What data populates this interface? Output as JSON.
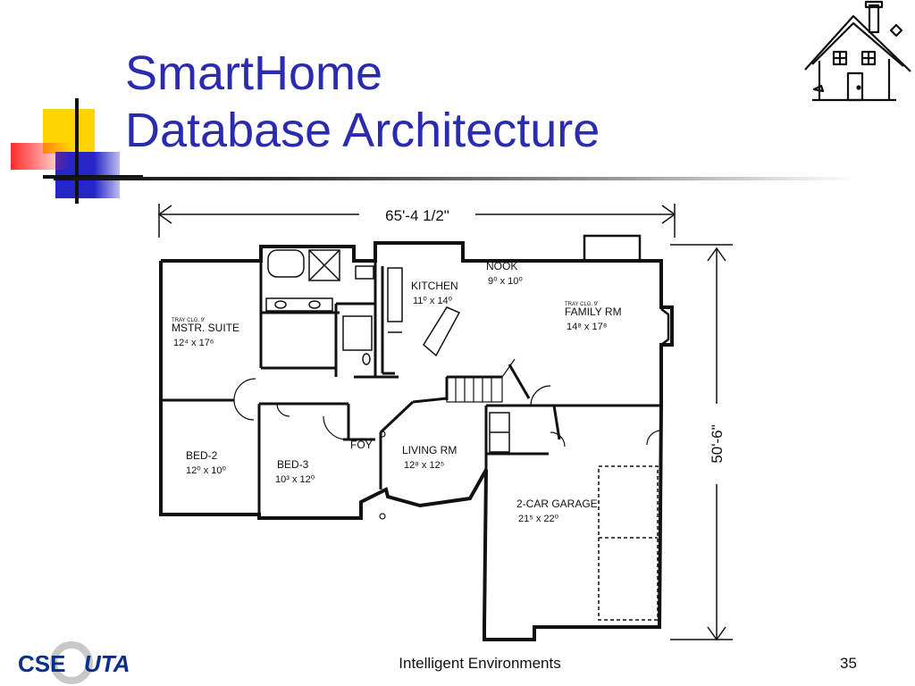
{
  "slide": {
    "title_line1": "SmartHome",
    "title_line2": "Database Architecture",
    "footer_text": "Intelligent Environments",
    "page_number": "35",
    "logo_text": "CSE@UTA",
    "colors": {
      "title": "#2b2bb0",
      "deco_yellow": "#ffd400",
      "deco_blue": "#2525c8",
      "deco_red": "#ff2a2a"
    }
  },
  "floorplan": {
    "width_dim": "65'-4 1/2\"",
    "depth_dim": "50'-6\"",
    "rooms": [
      {
        "id": "nook",
        "name": "NOOK",
        "size": "9⁰ x 10⁰"
      },
      {
        "id": "kitchen",
        "name": "KITCHEN",
        "size": "11⁰ x 14⁰"
      },
      {
        "id": "family",
        "note": "TRAY CLG. 9'",
        "name": "FAMILY RM",
        "size": "14⁸ x 17⁸"
      },
      {
        "id": "master",
        "note": "TRAY CLG. 9'",
        "name": "MSTR. SUITE",
        "size": "12⁴ x 17⁶"
      },
      {
        "id": "bed2",
        "name": "BED-2",
        "size": "12⁰ x 10⁰"
      },
      {
        "id": "bed3",
        "name": "BED-3",
        "size": "10³ x 12⁰"
      },
      {
        "id": "foy",
        "name": "FOY"
      },
      {
        "id": "living",
        "name": "LIVING RM",
        "size": "12⁸ x 12⁵"
      },
      {
        "id": "garage",
        "name": "2-CAR GARAGE",
        "size": "21⁵ x 22⁰"
      }
    ]
  }
}
